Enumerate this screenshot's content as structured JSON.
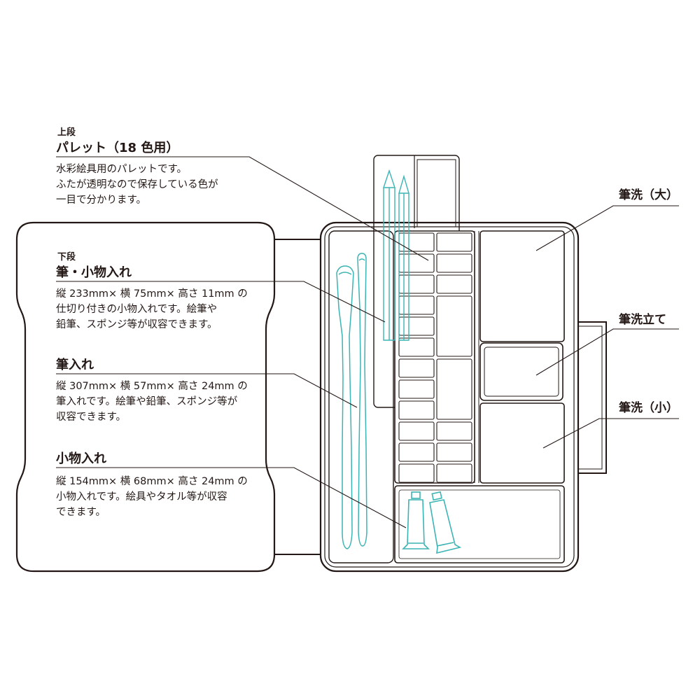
{
  "palette": {
    "tier": "上段",
    "title": "パレット（18 色用）",
    "desc": [
      "水彩絵具用のパレットです。",
      "ふたが透明なので保存している色が",
      "一目で分かります。"
    ]
  },
  "brush_box": {
    "tier": "下段",
    "title": "筆・小物入れ",
    "desc": [
      "縦 233mm× 横 75mm× 高さ 11mm の",
      "仕切り付きの小物入れです。絵筆や",
      "鉛筆、スポンジ等が収容できます。"
    ]
  },
  "brush_case": {
    "title": "筆入れ",
    "desc": [
      "縦 307mm× 横 57mm× 高さ 24mm の",
      "筆入れです。絵筆や鉛筆、スポンジ等が",
      "収容できます。"
    ]
  },
  "small_box": {
    "title": "小物入れ",
    "desc": [
      "縦 154mm× 横 68mm× 高さ 24mm の",
      "小物入れです。絵具やタオル等が収容",
      "できます。"
    ]
  },
  "callouts": {
    "washer_large": "筆洗（大）",
    "brush_stand": "筆洗立て",
    "washer_small": "筆洗（小）"
  },
  "colors": {
    "line": "#231815",
    "accent": "#3cb4b4",
    "background": "#ffffff"
  }
}
